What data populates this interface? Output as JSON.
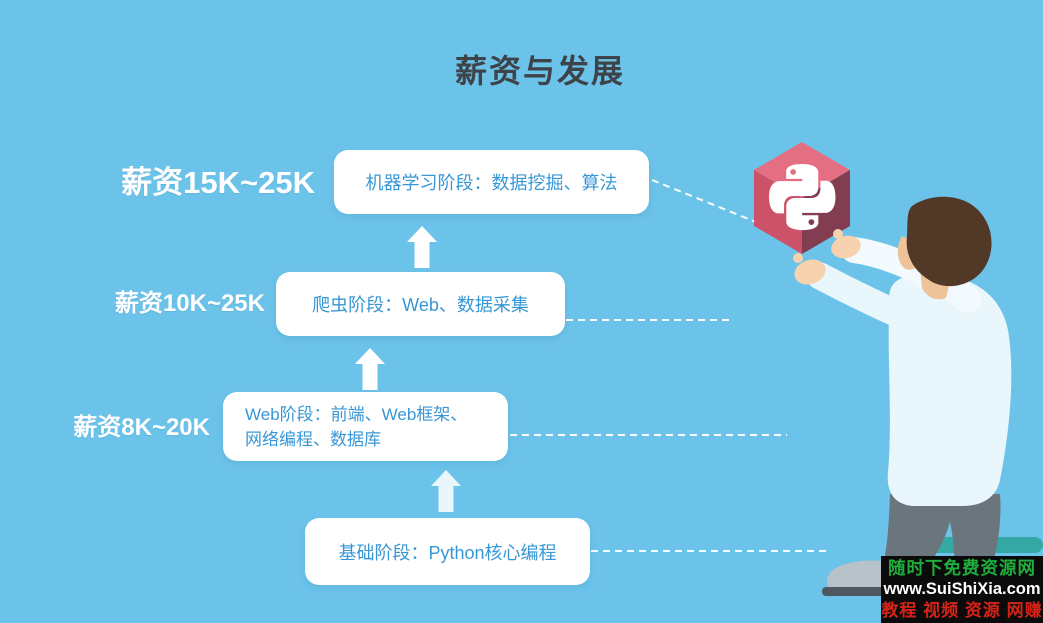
{
  "title": "薪资与发展",
  "stages": [
    {
      "salary": "薪资15K~25K",
      "label": "机器学习阶段：数据挖掘、算法"
    },
    {
      "salary": "薪资10K~25K",
      "label": "爬虫阶段：Web、数据采集"
    },
    {
      "salary": "薪资8K~20K",
      "label_line1": "Web阶段：前端、Web框架、",
      "label_line2": "网络编程、数据库"
    },
    {
      "label": "基础阶段：Python核心编程"
    }
  ],
  "icons": {
    "python_cube": "python-logo-hexagon-icon",
    "stage_arrow": "up-arrow-icon",
    "person": "person-reaching-illustration"
  },
  "colors": {
    "background": "#6cc3e9",
    "box_background": "#ffffff",
    "box_text": "#3797d6",
    "title_text": "#3e434a",
    "salary_text": "#ffffff",
    "cube_top": "#e56f82",
    "cube_left": "#cc5269",
    "cube_right": "#823e50",
    "watermark_background": "#0b0b0b",
    "watermark_green": "#1fae3c",
    "watermark_white": "#ffffff",
    "watermark_red": "#d42318"
  },
  "watermark": {
    "line1": "随时下免费资源网",
    "line2": "www.SuiShiXia.com",
    "line3": "教程 视频 资源 网赚"
  }
}
